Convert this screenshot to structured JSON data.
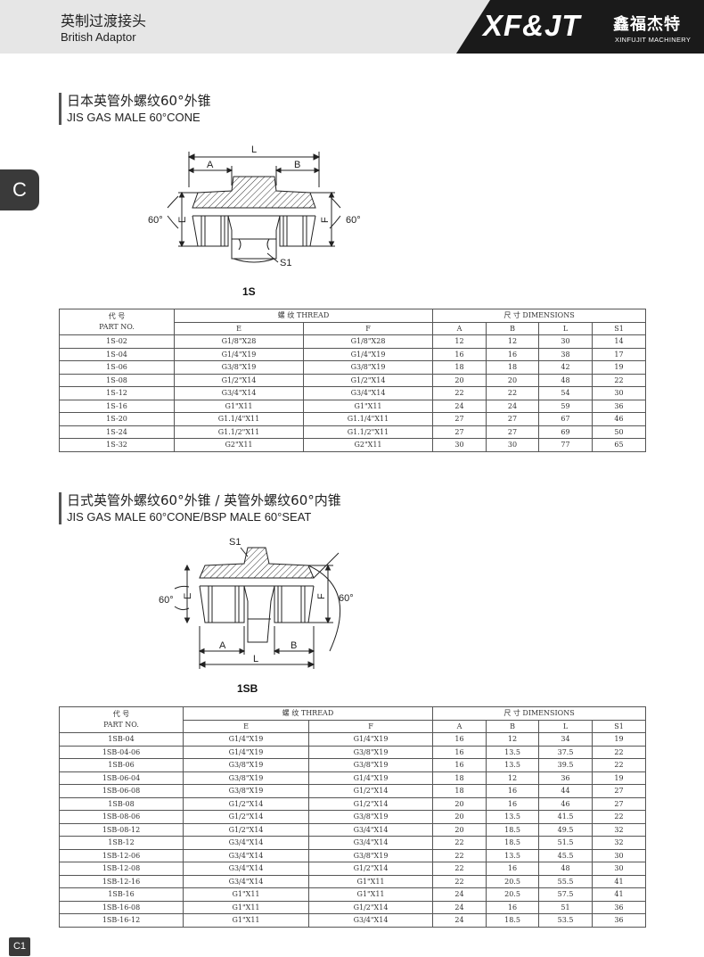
{
  "header": {
    "title_cn": "英制过渡接头",
    "title_en": "British Adaptor",
    "logo_mark": "XF&JT",
    "logo_cn": "鑫福杰特",
    "logo_en": "XINFUJIT MACHINERY"
  },
  "side_tab": "C",
  "section1": {
    "title_cn": "日本英管外螺纹60°外锥",
    "title_en": "JIS GAS MALE 60°CONE",
    "caption": "1S",
    "diagram_labels": {
      "L": "L",
      "A": "A",
      "B": "B",
      "E": "E",
      "F": "F",
      "S1": "S1",
      "angle_left": "60°",
      "angle_right": "60°"
    },
    "table": {
      "part_cn": "代 号",
      "part_en": "PART NO.",
      "thread": "螺 纹 THREAD",
      "dims": "尺 寸 DIMENSIONS",
      "cols": [
        "E",
        "F",
        "A",
        "B",
        "L",
        "S1"
      ],
      "rows": [
        [
          "1S-02",
          "G1/8\"X28",
          "G1/8\"X28",
          "12",
          "12",
          "30",
          "14"
        ],
        [
          "1S-04",
          "G1/4\"X19",
          "G1/4\"X19",
          "16",
          "16",
          "38",
          "17"
        ],
        [
          "1S-06",
          "G3/8\"X19",
          "G3/8\"X19",
          "18",
          "18",
          "42",
          "19"
        ],
        [
          "1S-08",
          "G1/2\"X14",
          "G1/2\"X14",
          "20",
          "20",
          "48",
          "22"
        ],
        [
          "1S-12",
          "G3/4\"X14",
          "G3/4\"X14",
          "22",
          "22",
          "54",
          "30"
        ],
        [
          "1S-16",
          "G1\"X11",
          "G1\"X11",
          "24",
          "24",
          "59",
          "36"
        ],
        [
          "1S-20",
          "G1.1/4\"X11",
          "G1.1/4\"X11",
          "27",
          "27",
          "67",
          "46"
        ],
        [
          "1S-24",
          "G1.1/2\"X11",
          "G1.1/2\"X11",
          "27",
          "27",
          "69",
          "50"
        ],
        [
          "1S-32",
          "G2\"X11",
          "G2\"X11",
          "30",
          "30",
          "77",
          "65"
        ]
      ]
    }
  },
  "section2": {
    "title_cn": "日式英管外螺纹60°外锥 / 英管外螺纹60°内锥",
    "title_en": "JIS GAS MALE 60°CONE/BSP MALE 60°SEAT",
    "caption": "1SB",
    "diagram_labels": {
      "L": "L",
      "A": "A",
      "B": "B",
      "E": "E",
      "F": "F",
      "S1": "S1",
      "angle_left": "60°",
      "angle_right": "60°"
    },
    "table": {
      "part_cn": "代 号",
      "part_en": "PART NO.",
      "thread": "螺 纹  THREAD",
      "dims": "尺 寸 DIMENSIONS",
      "cols": [
        "E",
        "F",
        "A",
        "B",
        "L",
        "S1"
      ],
      "rows": [
        [
          "1SB-04",
          "G1/4\"X19",
          "G1/4\"X19",
          "16",
          "12",
          "34",
          "19"
        ],
        [
          "1SB-04-06",
          "G1/4\"X19",
          "G3/8\"X19",
          "16",
          "13.5",
          "37.5",
          "22"
        ],
        [
          "1SB-06",
          "G3/8\"X19",
          "G3/8\"X19",
          "16",
          "13.5",
          "39.5",
          "22"
        ],
        [
          "1SB-06-04",
          "G3/8\"X19",
          "G1/4\"X19",
          "18",
          "12",
          "36",
          "19"
        ],
        [
          "1SB-06-08",
          "G3/8\"X19",
          "G1/2\"X14",
          "18",
          "16",
          "44",
          "27"
        ],
        [
          "1SB-08",
          "G1/2\"X14",
          "G1/2\"X14",
          "20",
          "16",
          "46",
          "27"
        ],
        [
          "1SB-08-06",
          "G1/2\"X14",
          "G3/8\"X19",
          "20",
          "13.5",
          "41.5",
          "22"
        ],
        [
          "1SB-08-12",
          "G1/2\"X14",
          "G3/4\"X14",
          "20",
          "18.5",
          "49.5",
          "32"
        ],
        [
          "1SB-12",
          "G3/4\"X14",
          "G3/4\"X14",
          "22",
          "18.5",
          "51.5",
          "32"
        ],
        [
          "1SB-12-06",
          "G3/4\"X14",
          "G3/8\"X19",
          "22",
          "13.5",
          "45.5",
          "30"
        ],
        [
          "1SB-12-08",
          "G3/4\"X14",
          "G1/2\"X14",
          "22",
          "16",
          "48",
          "30"
        ],
        [
          "1SB-12-16",
          "G3/4\"X14",
          "G1\"X11",
          "22",
          "20.5",
          "55.5",
          "41"
        ],
        [
          "1SB-16",
          "G1\"X11",
          "G1\"X11",
          "24",
          "20.5",
          "57.5",
          "41"
        ],
        [
          "1SB-16-08",
          "G1\"X11",
          "G1/2\"X14",
          "24",
          "16",
          "51",
          "36"
        ],
        [
          "1SB-16-12",
          "G1\"X11",
          "G3/4\"X14",
          "24",
          "18.5",
          "53.5",
          "36"
        ]
      ]
    }
  },
  "page_number": "C1"
}
